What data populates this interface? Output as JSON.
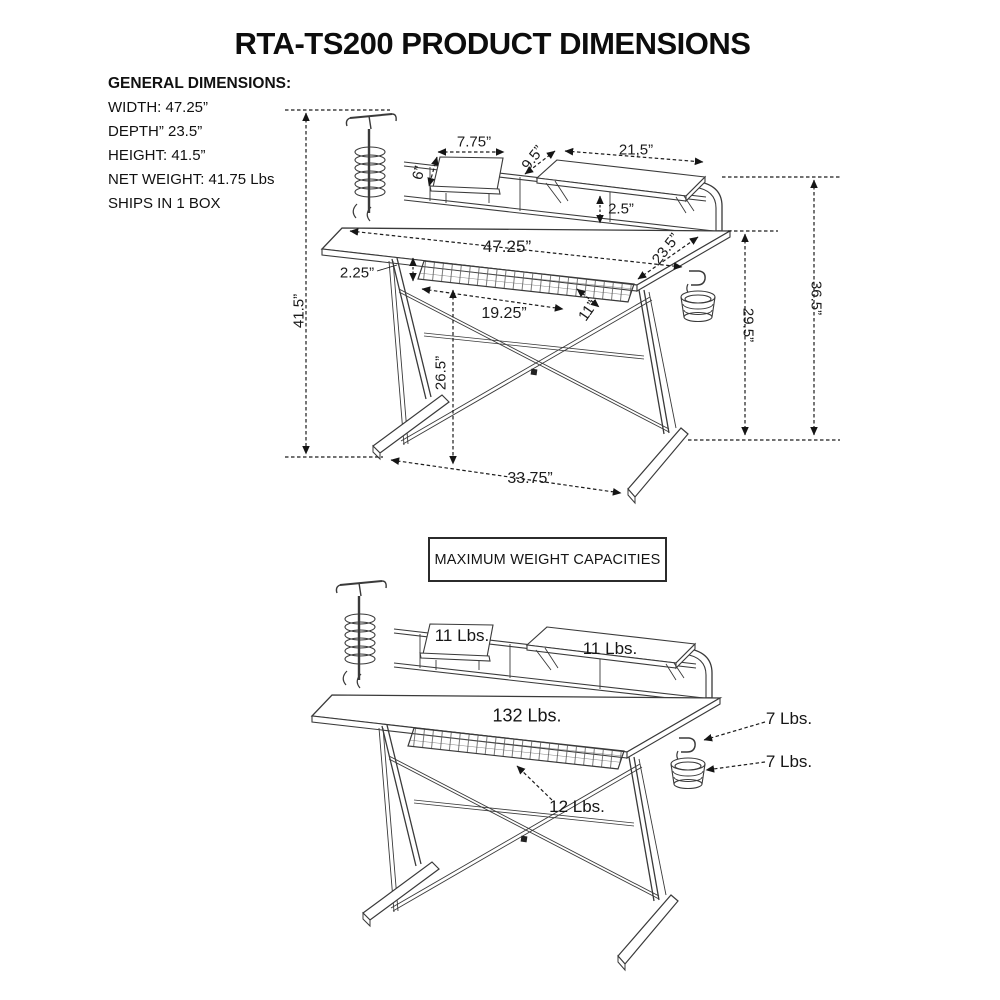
{
  "title": "RTA-TS200 PRODUCT DIMENSIONS",
  "general": {
    "heading": "GENERAL DIMENSIONS:",
    "lines": [
      "WIDTH: 47.25”",
      "DEPTH” 23.5”",
      "HEIGHT: 41.5”",
      "NET WEIGHT: 41.75 Lbs",
      "SHIPS IN 1 BOX"
    ]
  },
  "top_diagram": {
    "dims": {
      "laptop_shelf_width": "7.75”",
      "laptop_shelf_depth": "6”",
      "shelf_gap": "9.5”",
      "monitor_shelf_width": "21,5”",
      "monitor_shelf_rise": "2.5”",
      "desktop_width": "47.25”",
      "desktop_depth": "23.5”",
      "desktop_thickness": "2.25”",
      "basket_width": "19.25”",
      "basket_depth": "11”",
      "underdesk_clearance": "26.5”",
      "desktop_height": "29.5”",
      "riser_height": "36.5”",
      "overall_height": "41.5”",
      "foot_span": "33.75”"
    }
  },
  "bottom_diagram": {
    "box_title": "MAXIMUM WEIGHT CAPACITIES",
    "weights": {
      "laptop_shelf": "11 Lbs.",
      "monitor_shelf": "11 Lbs.",
      "desktop": "132 Lbs.",
      "wire_basket": "12 Lbs.",
      "headphone_hook": "7 Lbs.",
      "cup_holder": "7 Lbs."
    }
  },
  "colors": {
    "ink": "#262626",
    "background": "#ffffff"
  }
}
